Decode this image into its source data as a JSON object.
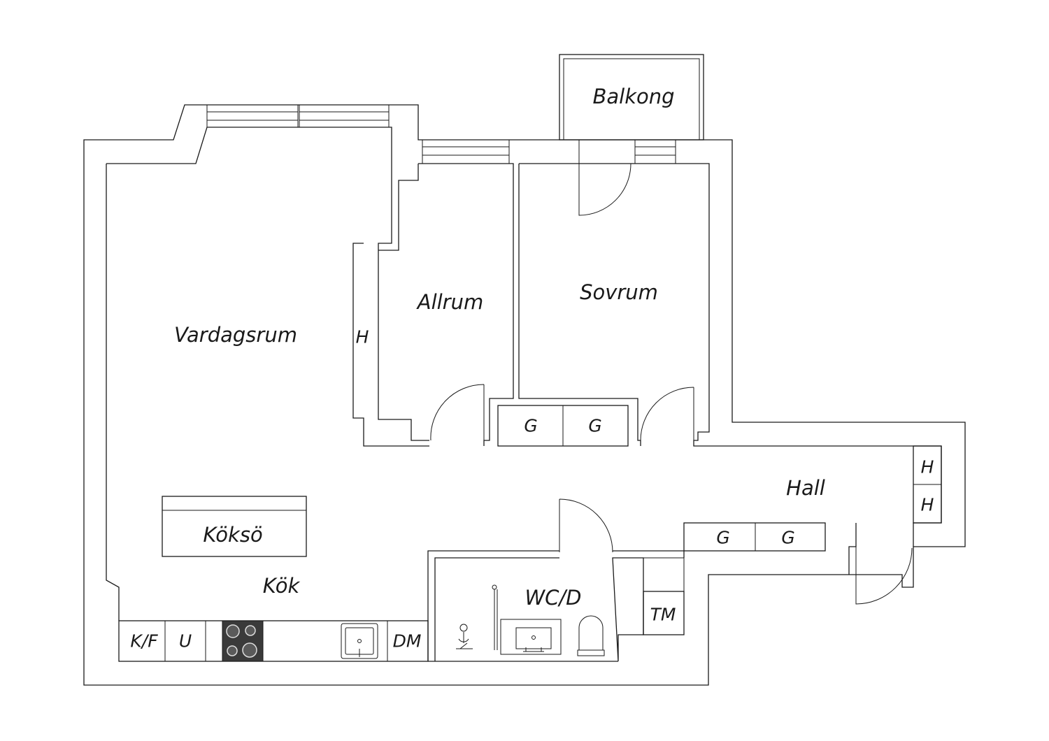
{
  "rooms": {
    "balkong": "Balkong",
    "allrum": "Allrum",
    "sovrum": "Sovrum",
    "vardagsrum": "Vardagsrum",
    "hall": "Hall",
    "koksoe": "Köksö",
    "kok": "Kök",
    "wcd": "WC/D"
  },
  "fixtures": {
    "wardrobe": "G",
    "hat_shelf": "H",
    "fridge_freezer": "K/F",
    "oven": "U",
    "dishwasher": "DM",
    "washing_machine": "TM"
  }
}
